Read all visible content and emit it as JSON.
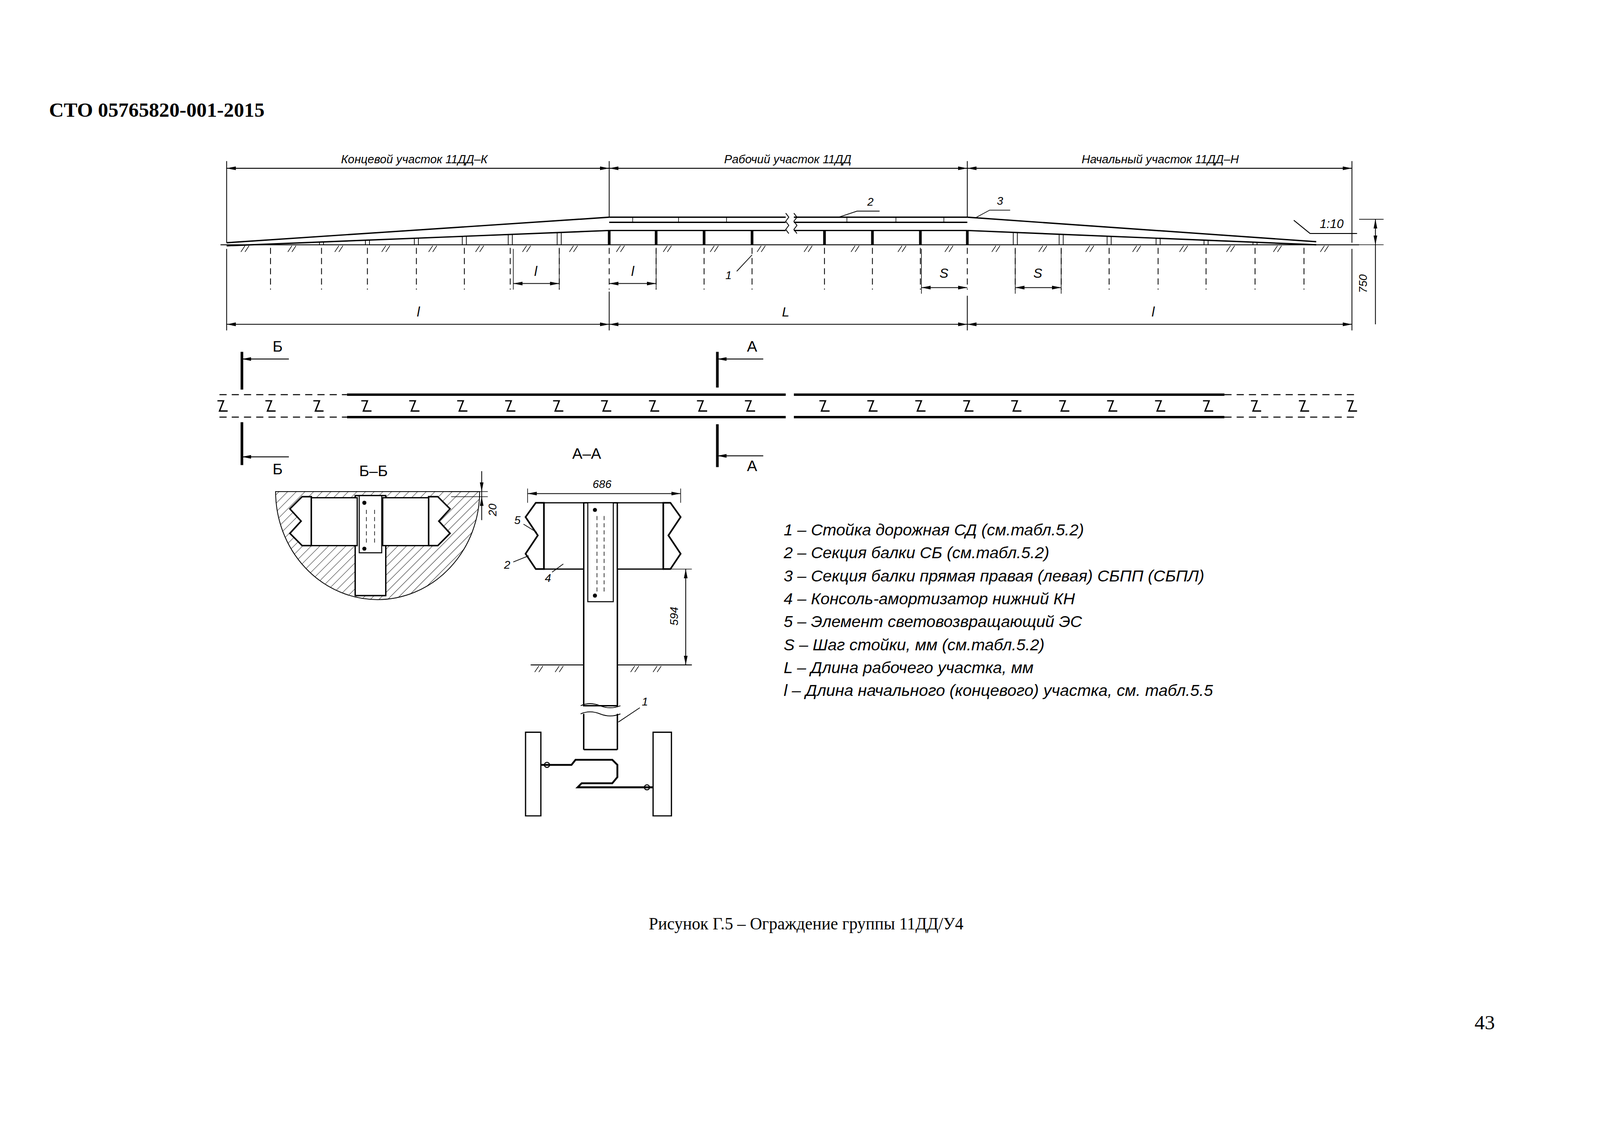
{
  "diagram": {
    "caption": "Рисунок Г.5 – Ограждение группы 11ДД/У4",
    "labels": [
      "Концевой участок 11ДД–К",
      "Рабочий участок 11ДД",
      "Начальный участок 11ДД–Н",
      "2",
      "3",
      "1:10",
      "750",
      "l",
      "l",
      "1",
      "S",
      "S",
      "l",
      "L",
      "l",
      "Б",
      "А",
      "Б",
      "А",
      "Б–Б",
      "А–А",
      "20",
      "686",
      "5",
      "2",
      "4",
      "594",
      "1",
      "1 – Стойка дорожная СД (см.табл.5.2)",
      "2 – Секция балки СБ (см.табл.5.2)",
      "3 – Секция балки прямая правая (левая) СБПП (СБПЛ)",
      "4 – Консоль-амортизатор нижний КН",
      "5 – Элемент световозвращающий ЭС",
      "S – Шаг стойки, мм (см.табл.5.2)",
      "L – Длина рабочего участка, мм",
      "l – Длина начального (концевого) участка, см. табл.5.5",
      "СТО 05765820-001-2015",
      "43"
    ]
  }
}
